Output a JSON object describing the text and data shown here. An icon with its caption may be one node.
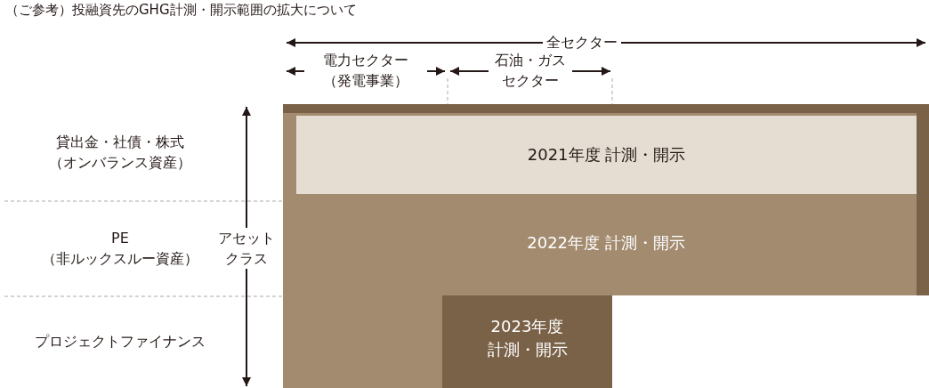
{
  "diagram": {
    "title": "（ご参考）投融資先のGHG計測・開示範囲の拡大について",
    "nodes": [
      {
        "text": [
          "2022年度 計測・開示"
        ]
      },
      {
        "text": [
          "2021年度 計測・開示"
        ],
        "in": 0
      },
      {
        "text": [
          "2023年度計測・開示"
        ],
        "in": 0
      }
    ],
    "edges": [],
    "labels": [
      "全セクター",
      "電力セクター（発電事業）",
      "石油・ガスセクター",
      "貸出金・社債・株式（オンバランス資産）",
      "PE（非ルックスルー資産）",
      "アセットクラス",
      "プロジェクトファイナンス"
    ]
  }
}
